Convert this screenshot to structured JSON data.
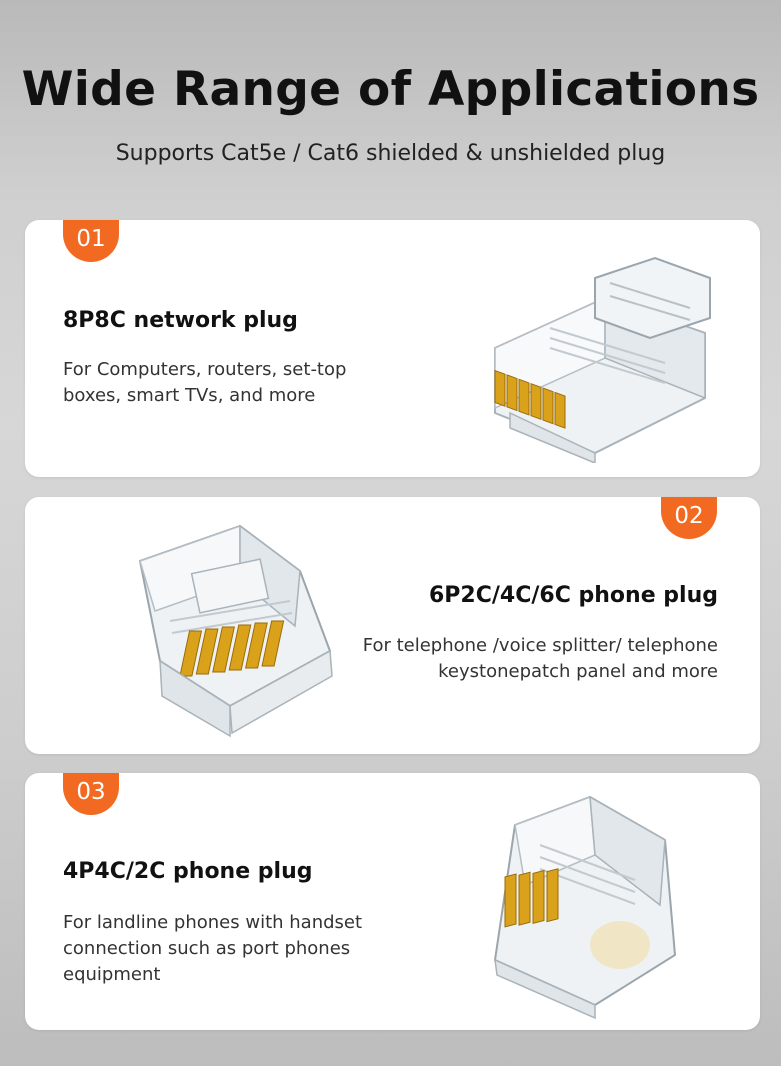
{
  "header": {
    "title": "Wide Range of Applications",
    "subtitle": "Supports Cat5e / Cat6 shielded & unshielded plug"
  },
  "cards": [
    {
      "number": "01",
      "title": "8P8C network plug",
      "description": "For Computers, routers, set-top boxes, smart TVs, and more",
      "image": "rj45-8p8c-plug-image"
    },
    {
      "number": "02",
      "title": "6P2C/4C/6C phone plug",
      "description": "For telephone /voice splitter/ telephone keystonepatch panel and more",
      "image": "rj12-6p-phone-plug-image"
    },
    {
      "number": "03",
      "title": "4P4C/2C phone plug",
      "description": "For landline phones with handset connection such as port phones equipment",
      "image": "rj9-4p4c-phone-plug-image"
    }
  ],
  "colors": {
    "accent": "#f26a21",
    "background": "#cfcfcf",
    "card": "#ffffff",
    "gold": "#d9a21a"
  }
}
